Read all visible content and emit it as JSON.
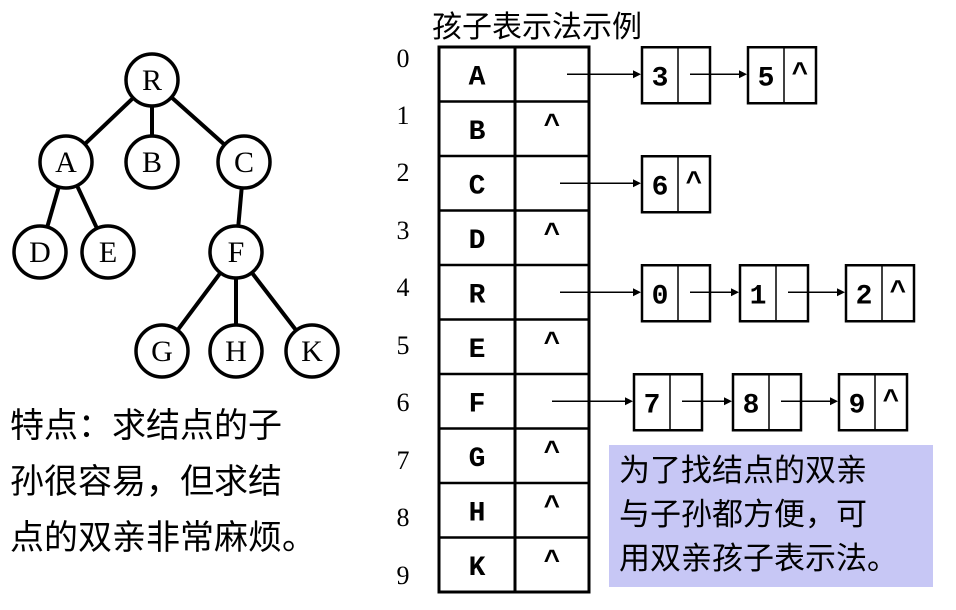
{
  "title": "孩子表示法示例",
  "tree": {
    "nodes": [
      {
        "id": "R",
        "label": "R"
      },
      {
        "id": "A",
        "label": "A"
      },
      {
        "id": "B",
        "label": "B"
      },
      {
        "id": "C",
        "label": "C"
      },
      {
        "id": "D",
        "label": "D"
      },
      {
        "id": "E",
        "label": "E"
      },
      {
        "id": "F",
        "label": "F"
      },
      {
        "id": "G",
        "label": "G"
      },
      {
        "id": "H",
        "label": "H"
      },
      {
        "id": "K",
        "label": "K"
      }
    ],
    "edges": [
      [
        "R",
        "A"
      ],
      [
        "R",
        "B"
      ],
      [
        "R",
        "C"
      ],
      [
        "A",
        "D"
      ],
      [
        "A",
        "E"
      ],
      [
        "C",
        "F"
      ],
      [
        "F",
        "G"
      ],
      [
        "F",
        "H"
      ],
      [
        "F",
        "K"
      ]
    ]
  },
  "table": {
    "rows": [
      {
        "index": "0",
        "data": "A",
        "pointer": "",
        "children": [
          "3",
          "5"
        ]
      },
      {
        "index": "1",
        "data": "B",
        "pointer": "^",
        "children": []
      },
      {
        "index": "2",
        "data": "C",
        "pointer": "",
        "children": [
          "6"
        ]
      },
      {
        "index": "3",
        "data": "D",
        "pointer": "^",
        "children": []
      },
      {
        "index": "4",
        "data": "R",
        "pointer": "",
        "children": [
          "0",
          "1",
          "2"
        ]
      },
      {
        "index": "5",
        "data": "E",
        "pointer": "^",
        "children": []
      },
      {
        "index": "6",
        "data": "F",
        "pointer": "",
        "children": [
          "7",
          "8",
          "9"
        ]
      },
      {
        "index": "7",
        "data": "G",
        "pointer": "^",
        "children": []
      },
      {
        "index": "8",
        "data": "H",
        "pointer": "^",
        "children": []
      },
      {
        "index": "9",
        "data": "K",
        "pointer": "^",
        "children": []
      }
    ],
    "null_symbol": "^"
  },
  "note_left": [
    "特点：求结点的子",
    "孙很容易，但求结",
    "点的双亲非常麻烦。"
  ],
  "note_right": [
    "为了找结点的双亲",
    "与子孙都方便，可",
    "用双亲孩子表示法。"
  ],
  "colors": {
    "highlight_box": "#c7c7f5",
    "line": "#000000"
  }
}
